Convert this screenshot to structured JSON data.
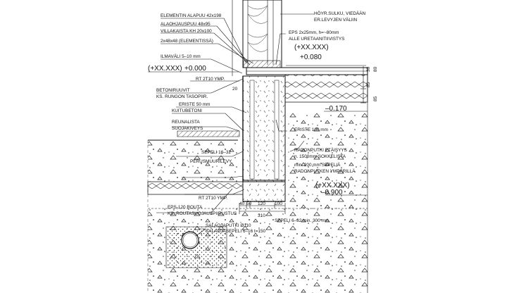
{
  "diagram": {
    "labels": {
      "element_lower_plate": "ELEMENTIN ALAPUU 42x198",
      "sill_wood": "ALAOHJAUSPUU 48x95",
      "felt_strip": "VILLAKAISTA KH 20x100",
      "element_studs": "2x48x48 (ELEMENTISSÄ)",
      "air_gap": "ILMAVÄLI 5–10 mm",
      "rt_ref_top": "RT 2T10 YMP.",
      "concrete_ledge": "BETONIRUUVIT",
      "concrete_ledge_2": "KS. RUNGON TASOPIIR.",
      "insulation_50": "ERISTE 50 mm",
      "fibre_concrete": "KUITUBETONI",
      "edge_protection": "REUNALISTA",
      "edge_protection_2": "SUOJAKIVEYS",
      "gravel_16_32": "SEPELI 16–32",
      "foundation_board": "PERUSMUURILEVY",
      "rt_ref_bottom": "RT 2T10 YMP.",
      "eps_frost": "EPS-120 ROUTA",
      "eps_frost_2": "KS. ROUTASUOJAUSPIIRUSTUS",
      "drain_pipe": "SALAOJAPUTKI Ø110",
      "drain_gravel": "SALAOJASEPELI 6–16 t=150",
      "vapour_barrier": "HÖYR.SULKU, VIEDÄÄN",
      "vapour_barrier_2": "ER.LEVYJEN VÄLIIN",
      "eps_urethane": "EPS 2x25mm, h=~80mm",
      "eps_urethane_2": "ALLE URETAANITIIVISTYS",
      "insulation_100": "ERISTE 100 mm",
      "radon_pipe": "RADONPUTKI ETÄISYYS",
      "radon_pipe_2": "n. 1500mm SOKKELISTA",
      "radon_gravel": "min. 200 mm SEPELIÄ",
      "radon_gravel_2": "RADONPUTKEN YMPÄRILLÄ",
      "gravel_6_32": "SEPELI 6–32 min. 300 mm"
    },
    "elevations": {
      "floor_ph": "(+XX.XXX)",
      "floor": "+0.080",
      "ground_ph": "(+XX.XXX)",
      "ground": "+0.000",
      "slab_under": "–0.170",
      "footing_ph": "(+XX.XXX)",
      "footing": "–0.900"
    },
    "dimensions": {
      "gap_20": "20",
      "d_40": "40",
      "d_50": "50",
      "d_120": "120",
      "d_100": "100",
      "total": "310",
      "side_30": "30",
      "side_80": "80",
      "side_85": "85",
      "side_85b": "85"
    }
  }
}
